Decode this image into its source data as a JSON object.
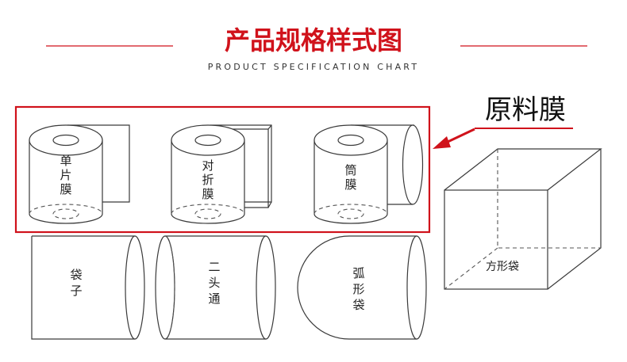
{
  "header": {
    "title": "产品规格样式图",
    "subtitle": "PRODUCT SPECIFICATION CHART"
  },
  "callout": {
    "label": "原料膜"
  },
  "rolls": [
    {
      "label_lines": [
        "单",
        "片",
        "膜"
      ]
    },
    {
      "label_lines": [
        "对",
        "折",
        "膜"
      ]
    },
    {
      "label_lines": [
        "筒",
        "膜"
      ]
    }
  ],
  "bags": [
    {
      "label_lines": [
        "袋",
        "子"
      ]
    },
    {
      "label_lines": [
        "二",
        "头",
        "通"
      ]
    },
    {
      "label_lines": [
        "弧",
        "形",
        "袋"
      ]
    }
  ],
  "box": {
    "label": "方形袋"
  },
  "colors": {
    "accent_red": "#d0121b",
    "line": "#3a3a3a"
  }
}
